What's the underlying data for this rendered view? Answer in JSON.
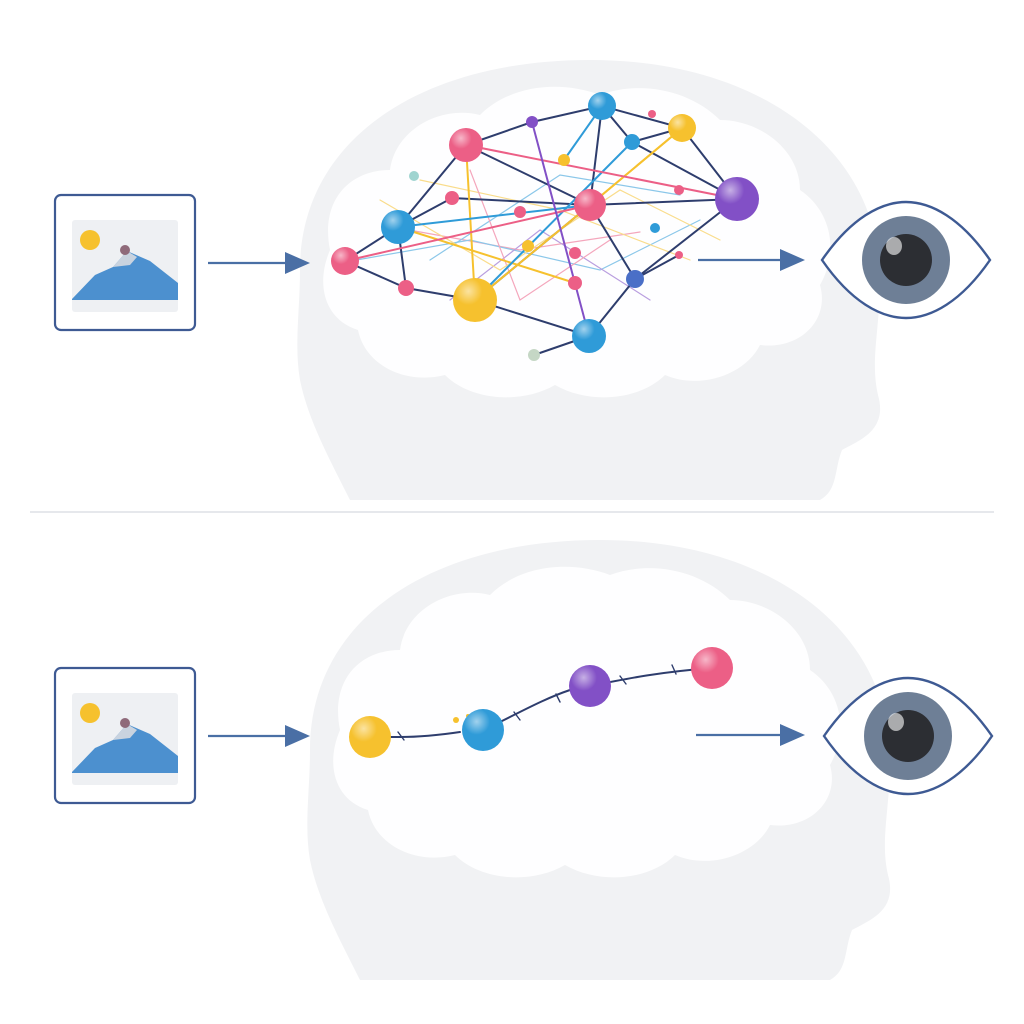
{
  "colors": {
    "pink": "#ec5f86",
    "blue": "#2f9bd8",
    "yellow": "#f6c12e",
    "purple": "#8250c6",
    "navy": "#2e3d6d",
    "arrow": "#4a6fa5",
    "head_silhouette": "#f1f2f4",
    "sky_mountain": "#4c90cf",
    "sun": "#f6c12e",
    "iris": "#6e7f96",
    "pupil": "#2c2e33"
  },
  "panels": [
    {
      "id": "top",
      "variant": "dense-network",
      "icons": [
        "image-icon",
        "arrow-right-icon",
        "brain-icon",
        "network-graph",
        "arrow-right-icon",
        "eye-icon"
      ]
    },
    {
      "id": "bottom",
      "variant": "linear-chain",
      "icons": [
        "image-icon",
        "arrow-right-icon",
        "brain-icon",
        "chain-graph",
        "arrow-right-icon",
        "eye-icon"
      ]
    }
  ]
}
